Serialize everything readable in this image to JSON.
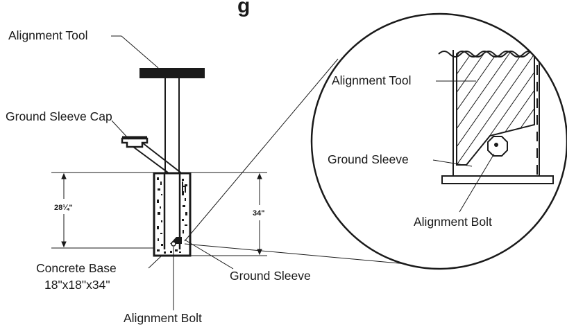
{
  "title_fragment": "g",
  "labels": {
    "alignment_tool": "Alignment Tool",
    "ground_sleeve_cap": "Ground Sleeve Cap",
    "dim_left": "28¼\"",
    "dim_right": "34\"",
    "concrete_base_line1": "Concrete Base",
    "concrete_base_line2": "18\"x18\"x34\"",
    "ground_sleeve": "Ground Sleeve",
    "alignment_bolt": "Alignment Bolt"
  },
  "detail": {
    "alignment_tool": "Alignment Tool",
    "ground_sleeve": "Ground Sleeve",
    "alignment_bolt": "Alignment Bolt"
  },
  "colors": {
    "ink": "#1a1a1a",
    "background": "#ffffff"
  }
}
